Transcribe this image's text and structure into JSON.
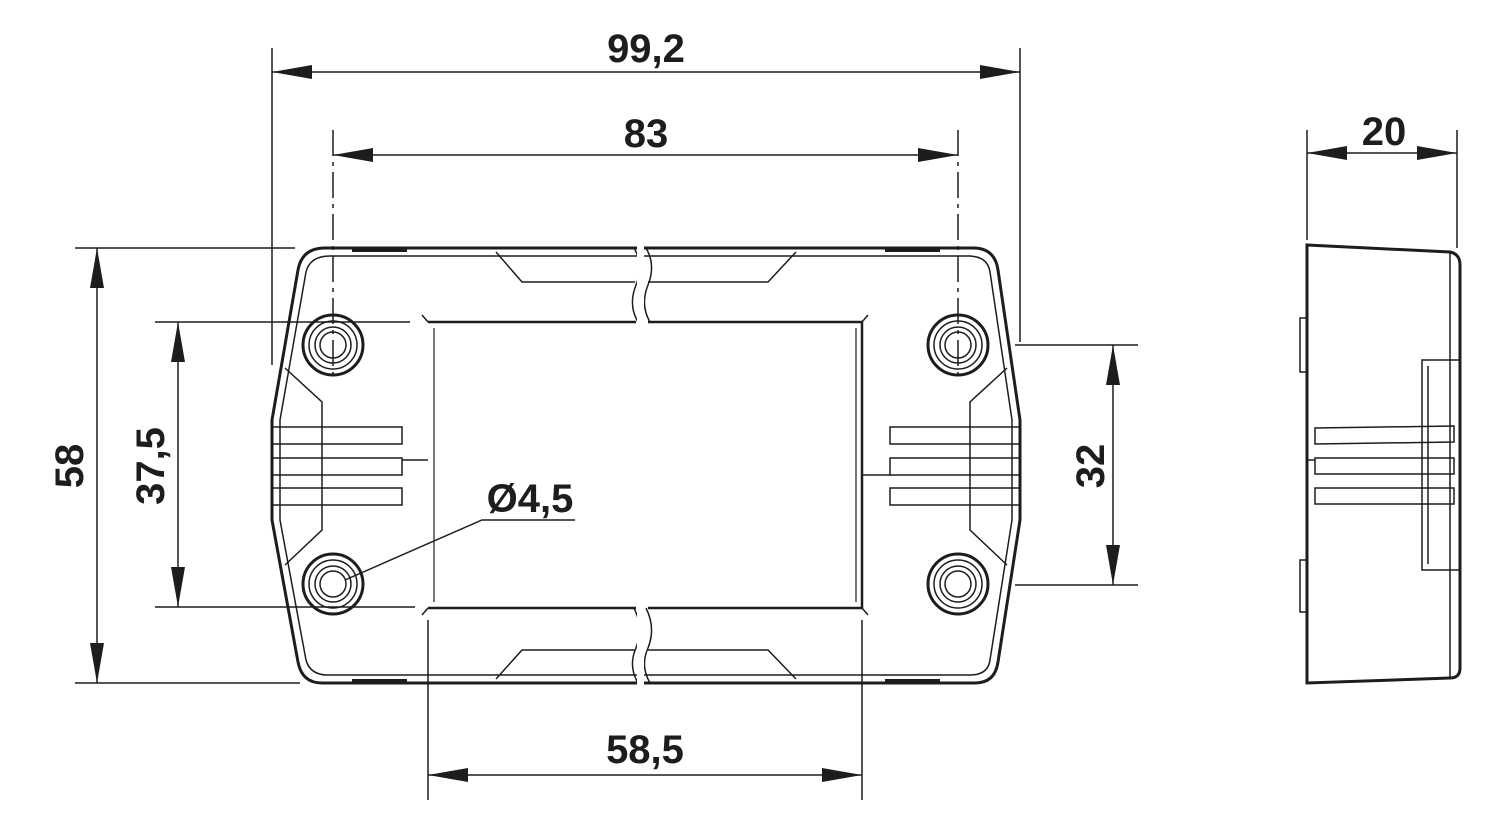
{
  "drawing": {
    "front_view": {
      "dimensions": {
        "overall_width": "99,2",
        "hole_spacing_width": "83",
        "overall_height": "58",
        "hole_spacing_height": "37,5",
        "hole_diameter": "Ø4,5",
        "window_width": "58,5",
        "slot_spacing": "32"
      }
    },
    "side_view": {
      "dimensions": {
        "depth": "20"
      }
    },
    "line_color": "#1d1d1b"
  }
}
